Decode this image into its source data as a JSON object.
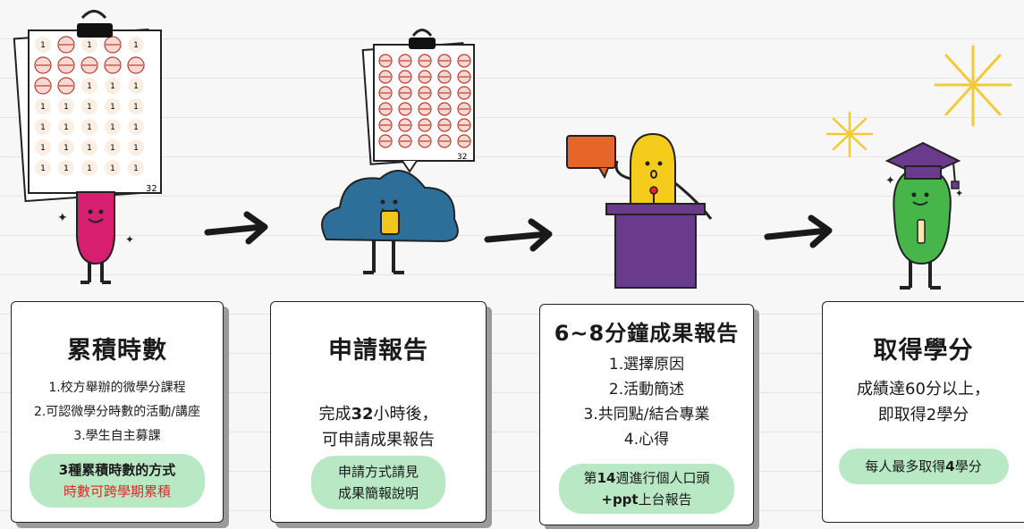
{
  "steps": [
    {
      "title": "累積時數",
      "items": [
        "1.校方舉辦的微學分課程",
        "2.可認微學分時數的活動/講座",
        "3.學生自主募課"
      ],
      "note_num": "3",
      "note_line1": "種累積時數的方式",
      "note_line2": "時數可跨學期累積"
    },
    {
      "title": "申請報告",
      "body_pre": "完成",
      "body_num": "32",
      "body_post": "小時後，",
      "body_line2": "可申請成果報告",
      "note_line1": "申請方式請見",
      "note_line2": "成果簡報說明"
    },
    {
      "title": "6~8分鐘成果報告",
      "items": [
        "1.選擇原因",
        "2.活動簡述",
        "3.共同點/結合專業",
        "4.心得"
      ],
      "note_pre": "第",
      "note_num": "14",
      "note_post": "週進行個人口頭",
      "note_ppt": "+ppt",
      "note_line2_post": "上台報告"
    },
    {
      "title": "取得學分",
      "body_line1": "成績達60分以上，",
      "body_line2": "即取得2學分",
      "note_pre": "每人最多取得",
      "note_num": "4",
      "note_post": "學分"
    }
  ],
  "sheet_badge": "32",
  "stamp_digit": "1",
  "colors": {
    "pill": "#b9e8c5",
    "red": "#e3262a"
  }
}
